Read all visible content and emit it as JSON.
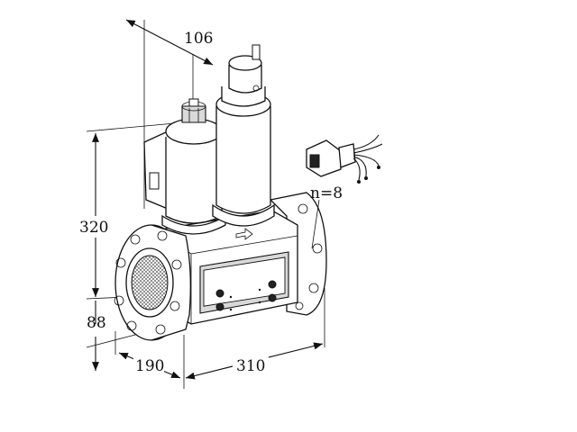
{
  "dimensions": {
    "top_width": "106",
    "height_main": "320",
    "height_base": "88",
    "depth": "190",
    "length": "310"
  },
  "callouts": {
    "connector_count": "n=8"
  },
  "colors": {
    "line": "#111111",
    "fill_light": "#d9d9d9",
    "background": "#ffffff"
  }
}
